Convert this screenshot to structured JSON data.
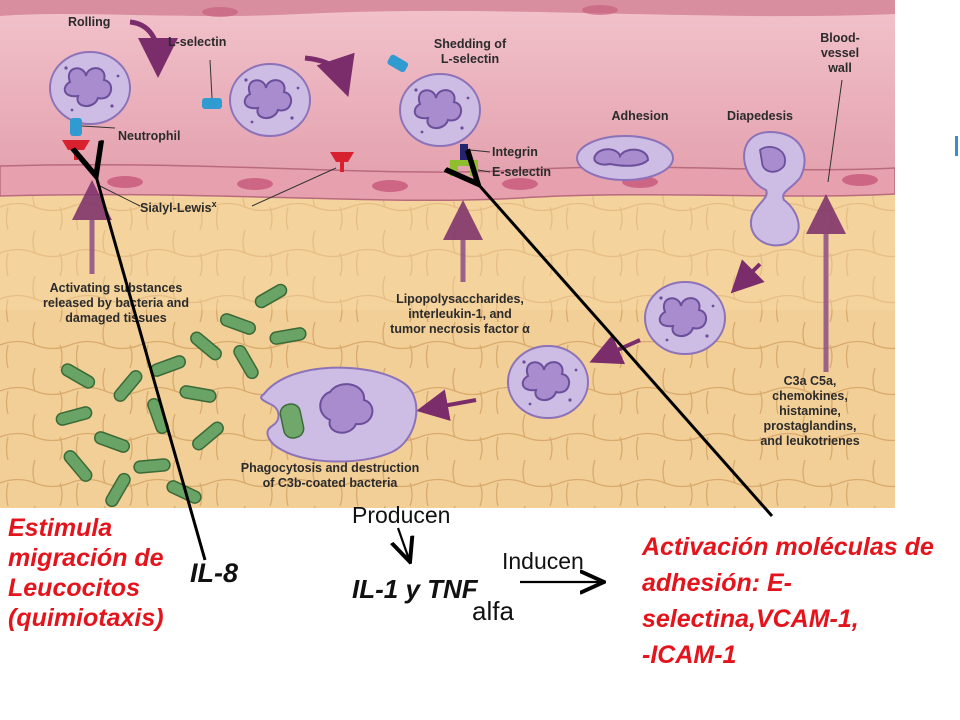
{
  "diagram": {
    "labels": {
      "rolling": "Rolling",
      "l_selectin": "L-selectin",
      "neutrophil": "Neutrophil",
      "sialyl_lewis": "Sialyl-Lewis",
      "sialyl_lewis_sup": "x",
      "shedding_1": "Shedding of",
      "shedding_2": "L-selectin",
      "integrin": "Integrin",
      "e_selectin": "E-selectin",
      "adhesion": "Adhesion",
      "diapedesis": "Diapedesis",
      "vessel_wall_1": "Blood-",
      "vessel_wall_2": "vessel",
      "vessel_wall_3": "wall",
      "activating_1": "Activating substances",
      "activating_2": "released by bacteria and",
      "activating_3": "damaged tissues",
      "lps_1": "Lipopolysaccharides,",
      "lps_2": "interleukin-1, and",
      "lps_3": "tumor necrosis factor α",
      "c3a_1": "C3a  C5a,",
      "c3a_2": "chemokines,",
      "c3a_3": "histamine,",
      "c3a_4": "prostaglandins,",
      "c3a_5": "and leukotrienes",
      "phago_1": "Phagocytosis and destruction",
      "phago_2": "of C3b-coated bacteria"
    }
  },
  "annotations": {
    "estimula": [
      "Estimula",
      "migración de",
      "Leucocitos",
      "(quimiotaxis)"
    ],
    "il8": "IL-8",
    "producen": "Producen",
    "il1_tnf": "IL-1 y TNF",
    "alfa": "alfa",
    "inducen": "Inducen",
    "activacion": [
      "Activación  moléculas de",
      "adhesión: E-",
      "selectina,VCAM-1,",
      "-ICAM-1"
    ]
  },
  "colors": {
    "annotation_red": "#e3141c",
    "vessel": "#e8a7b3",
    "tissue": "#f0c98e",
    "cell": "#c9b6e0",
    "bacteria": "#5f9a5c"
  }
}
